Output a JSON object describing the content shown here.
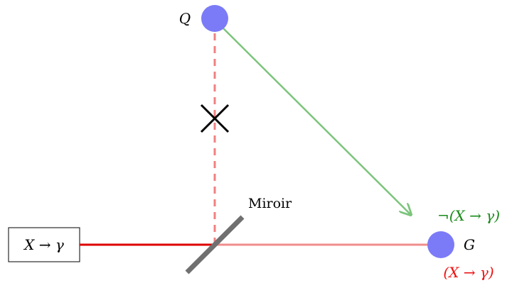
{
  "diagram": {
    "source_label": "X → γ",
    "node_q_label": "Q",
    "node_g_label": "G",
    "mirror_label": "Miroir",
    "label_negated": "¬(X → γ)",
    "label_affirmed": "(X → γ)"
  },
  "colors": {
    "node_fill": "#7b7bf7",
    "beam_strong": "#dd0000",
    "beam_faded": "#f08c8c",
    "dashed_beam": "#f08080",
    "green_path": "#7cc47c",
    "green_text": "#1a8a1a",
    "red_text": "#ee1111",
    "mirror": "#707070",
    "cross": "#000000"
  }
}
